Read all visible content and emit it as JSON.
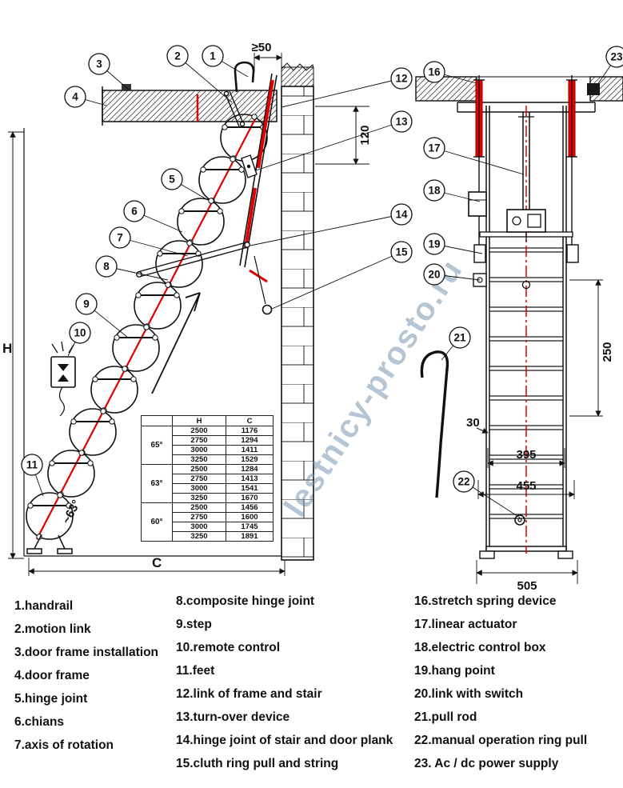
{
  "watermark": "lestnicy-prosto.ru",
  "colors": {
    "accent_red": "#e00000",
    "watermark_blue": "#6f8cab"
  },
  "callouts": [
    "1",
    "2",
    "3",
    "4",
    "5",
    "6",
    "7",
    "8",
    "9",
    "10",
    "11",
    "12",
    "13",
    "14",
    "15",
    "16",
    "17",
    "18",
    "19",
    "20",
    "21",
    "22",
    "23"
  ],
  "dims": {
    "top_gap": "≥50",
    "frame_depth": "120",
    "height_label": "H",
    "run_label": "C",
    "angle": "~63°",
    "spring_length": "250",
    "rung_step": "30",
    "inner_width": "395",
    "mid_width": "455",
    "overall_width": "505"
  },
  "table": {
    "col_headers": [
      "",
      "H",
      "C"
    ],
    "groups": [
      {
        "angle": "65°",
        "rows": [
          [
            "2500",
            "1176"
          ],
          [
            "2750",
            "1294"
          ],
          [
            "3000",
            "1411"
          ],
          [
            "3250",
            "1529"
          ]
        ]
      },
      {
        "angle": "63°",
        "rows": [
          [
            "2500",
            "1284"
          ],
          [
            "2750",
            "1413"
          ],
          [
            "3000",
            "1541"
          ],
          [
            "3250",
            "1670"
          ]
        ]
      },
      {
        "angle": "60°",
        "rows": [
          [
            "2500",
            "1456"
          ],
          [
            "2750",
            "1600"
          ],
          [
            "3000",
            "1745"
          ],
          [
            "3250",
            "1891"
          ]
        ]
      }
    ]
  },
  "legend": {
    "columns": [
      {
        "items": [
          "1.handrail",
          "2.motion link",
          "3.door frame installation",
          "4.door frame",
          "5.hinge joint",
          "6.chians",
          "7.axis of rotation"
        ]
      },
      {
        "items": [
          "8.composite hinge joint",
          "9.step",
          "10.remote control",
          "11.feet",
          "12.link of frame and stair",
          "13.turn-over device",
          "14.hinge joint of stair and door plank",
          "15.cluth ring pull and string"
        ]
      },
      {
        "items": [
          "16.stretch spring device",
          "17.linear actuator",
          "18.electric control box",
          "19.hang point",
          "20.link with switch",
          "21.pull rod",
          "22.manual operation ring pull",
          "23. Ac / dc power supply"
        ]
      }
    ]
  }
}
